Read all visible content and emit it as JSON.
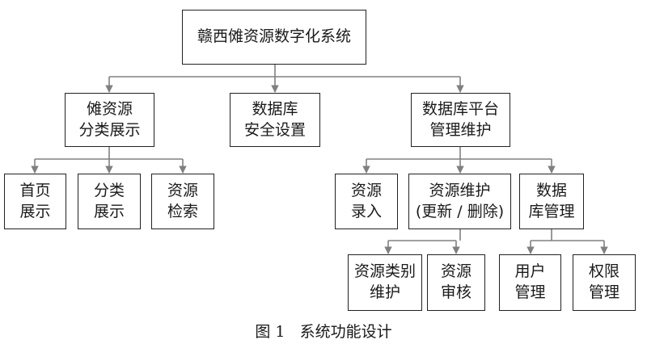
{
  "nodes": {
    "root": {
      "lines": [
        "赣西傩资源数字化系统"
      ]
    },
    "branch_display": {
      "lines": [
        "傩资源",
        "分类展示"
      ]
    },
    "branch_security": {
      "lines": [
        "数据库",
        "安全设置"
      ]
    },
    "branch_platform": {
      "lines": [
        "数据库平台",
        "管理维护"
      ]
    },
    "home": {
      "lines": [
        "首页",
        "展示"
      ]
    },
    "category": {
      "lines": [
        "分类",
        "展示"
      ]
    },
    "search": {
      "lines": [
        "资源",
        "检索"
      ]
    },
    "entry": {
      "lines": [
        "资源",
        "录入"
      ]
    },
    "maintain": {
      "lines": [
        "资源维护",
        "(更新 / 删除)"
      ]
    },
    "dbmanage": {
      "lines": [
        "数据",
        "库管理"
      ]
    },
    "classmaint": {
      "lines": [
        "资源类别",
        "维护"
      ]
    },
    "review": {
      "lines": [
        "资源",
        "审核"
      ]
    },
    "usermgmt": {
      "lines": [
        "用户",
        "管理"
      ]
    },
    "permmgmt": {
      "lines": [
        "权限",
        "管理"
      ]
    }
  },
  "caption": "图 1   系统功能设计",
  "colors": {
    "line": "#808080",
    "border": "#222222"
  }
}
